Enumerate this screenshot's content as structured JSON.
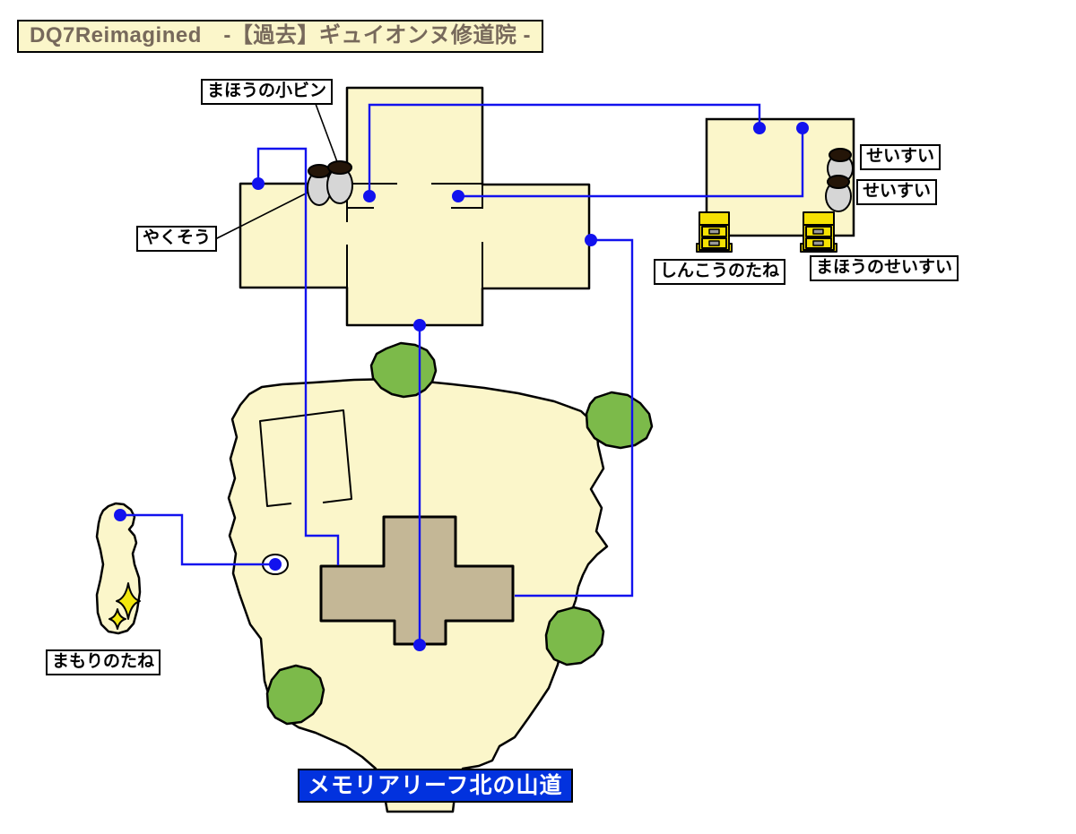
{
  "title": "DQ7Reimagined　-【過去】ギュイオンヌ修道院 -",
  "map": {
    "item_labels": {
      "small_magic_bottle": "まほうの小ビン",
      "herb": "やくそう",
      "holy_water_1": "せいすい",
      "holy_water_2": "せいすい",
      "seed_of_faith": "しんこうのたね",
      "magic_holy_water": "まほうのせいすい",
      "seed_of_protection": "まもりのたね"
    },
    "exit_label": "メモリアリーフ北の山道",
    "colors": {
      "land": "#FBF6CA",
      "tree": "#7CBA4A",
      "building_roof": "#C4B796",
      "marker_blue": "#1212EE",
      "exit_banner_blue": "#0232DE",
      "chest_yellow": "#F5E103",
      "pot_grey": "#D6D6D6",
      "sparkle_yellow": "#F2E70E",
      "title_text": "#77695B"
    }
  }
}
